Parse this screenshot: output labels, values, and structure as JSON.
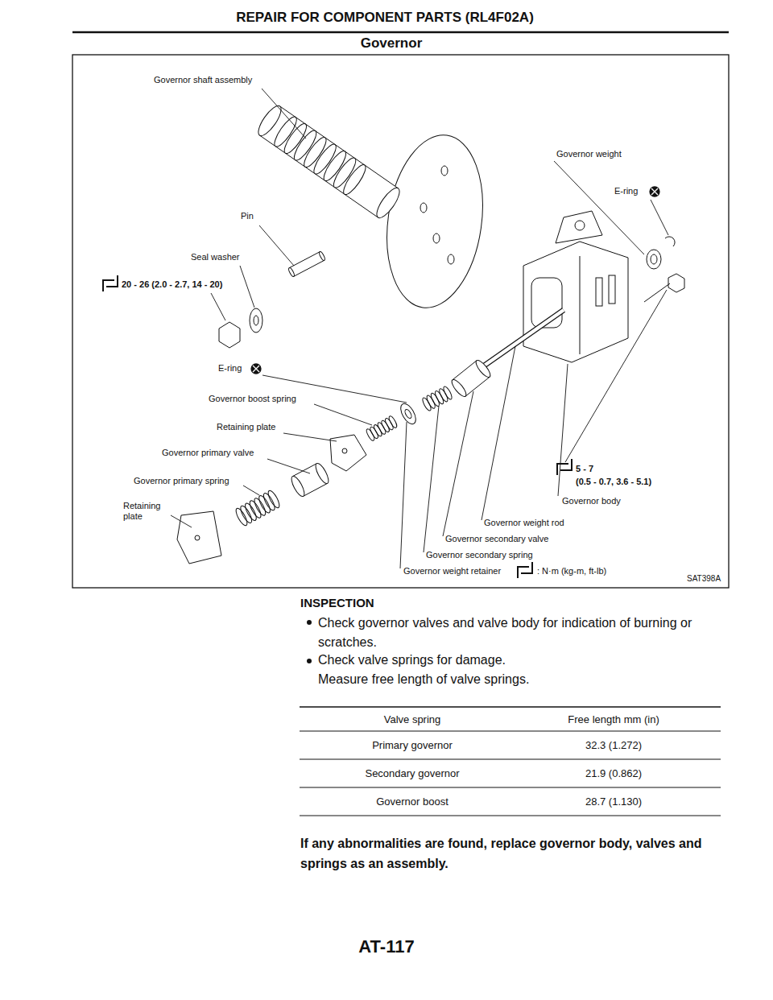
{
  "diagram": {
    "title": "REPAIR FOR COMPONENT PARTS (RL4F02A)",
    "labels": [
      "Governor",
      "Governor shaft assembly",
      "Governor weight",
      "E-ring",
      "Pin",
      "Seal washer",
      "20 - 26 (2.0 - 2.7, 14 - 20)",
      "E-ring",
      "Governor boost spring",
      "Retaining plate",
      "Governor primary valve",
      "Governor primary spring",
      "Retaining plate",
      "5 - 7",
      "(0.5 - 0.7, 3.6 - 5.1)",
      "Governor body",
      "Governor weight rod",
      "Governor secondary valve",
      "Governor secondary spring",
      "Governor weight retainer",
      ": N·m (kg-m, ft-lb)",
      "SAT398A",
      "INSPECTION",
      "Check governor valves and valve body for indication of burning or scratches.",
      "Check valve springs for damage.",
      "Measure free length of valve springs.",
      "Valve spring",
      "Free length mm (in)",
      "Primary governor",
      "32.3 (1.272)",
      "Secondary governor",
      "21.9 (0.862)",
      "Governor boost",
      "28.7 (1.130)",
      "If any abnormalities are found, replace governor body, valves and springs as an assembly.",
      "AT-117"
    ]
  }
}
